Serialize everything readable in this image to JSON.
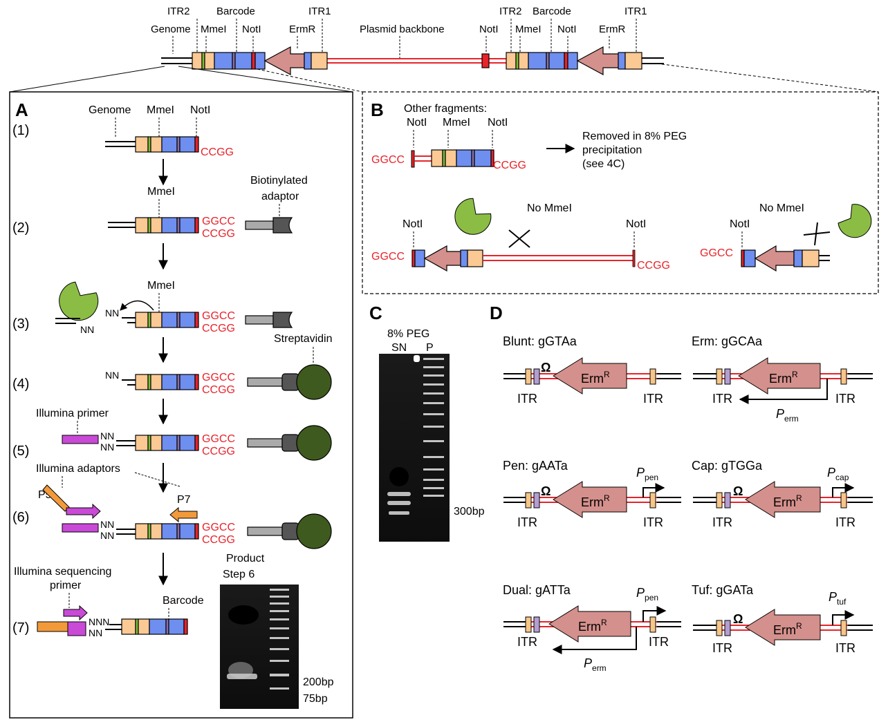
{
  "top": {
    "genome": "Genome",
    "itr2": "ITR2",
    "mmei": "MmeI",
    "barcode": "Barcode",
    "noti": "NotI",
    "ermr": "ErmR",
    "itr1": "ITR1",
    "backbone": "Plasmid backbone"
  },
  "panelA": {
    "letter": "A",
    "steps": [
      "(1)",
      "(2)",
      "(3)",
      "(4)",
      "(5)",
      "(6)",
      "(7)"
    ],
    "genome": "Genome",
    "mmei": "MmeI",
    "noti": "NotI",
    "ccgg": "CCGG",
    "ggcc": "GGCC",
    "biotinylated": "Biotinylated",
    "adaptor": "adaptor",
    "nn": "NN",
    "nnn": "NNN",
    "streptavidin": "Streptavidin",
    "illumina_primer": "Illumina primer",
    "illumina_adaptors": "Illumina adaptors",
    "p5": "P5",
    "p7": "P7",
    "seq_primer_1": "Illumina sequencing",
    "seq_primer_2": "primer",
    "barcode": "Barcode",
    "product_1": "Product",
    "product_2": "Step 6",
    "bp200": "200bp",
    "bp75": "75bp"
  },
  "panelB": {
    "letter": "B",
    "other_fragments": "Other fragments:",
    "noti": "NotI",
    "mmei": "MmeI",
    "ggcc": "GGCC",
    "ccgg": "CCGG",
    "removed_1": "Removed in 8% PEG",
    "removed_2": "precipitation",
    "removed_3": "(see 4C)",
    "no_mmei": "No MmeI"
  },
  "panelC": {
    "letter": "C",
    "peg": "8% PEG",
    "sn": "SN",
    "p": "P",
    "bp300": "300bp"
  },
  "panelD": {
    "letter": "D",
    "constructs": [
      {
        "title": "Blunt: gGTAa"
      },
      {
        "title": "Erm: gGCAa"
      },
      {
        "title": "Pen: gAATa"
      },
      {
        "title": "Cap: gTGGa"
      },
      {
        "title": "Dual: gATTa"
      },
      {
        "title": "Tuf: gGATa"
      }
    ],
    "itr": "ITR",
    "erm": "Erm",
    "sup_r": "R",
    "omega": "Ω",
    "p": "P",
    "sub_erm": "erm",
    "sub_pen": "pen",
    "sub_cap": "cap",
    "sub_tuf": "tuf"
  },
  "colors": {
    "orange_seg": "#fbc994",
    "blue_seg": "#6e8ff0",
    "green_bar": "#7fbf3f",
    "purple_bar": "#8a70a8",
    "red": "#e8232a",
    "erm_arrow": "#d4908c",
    "pacman": "#8bbd45",
    "bead": "#3e5a1e",
    "magenta": "#c94ad6",
    "p5_orange": "#f29a3a",
    "itr_box_d": "#f6c688",
    "omega_box_d": "#b39ed1"
  }
}
